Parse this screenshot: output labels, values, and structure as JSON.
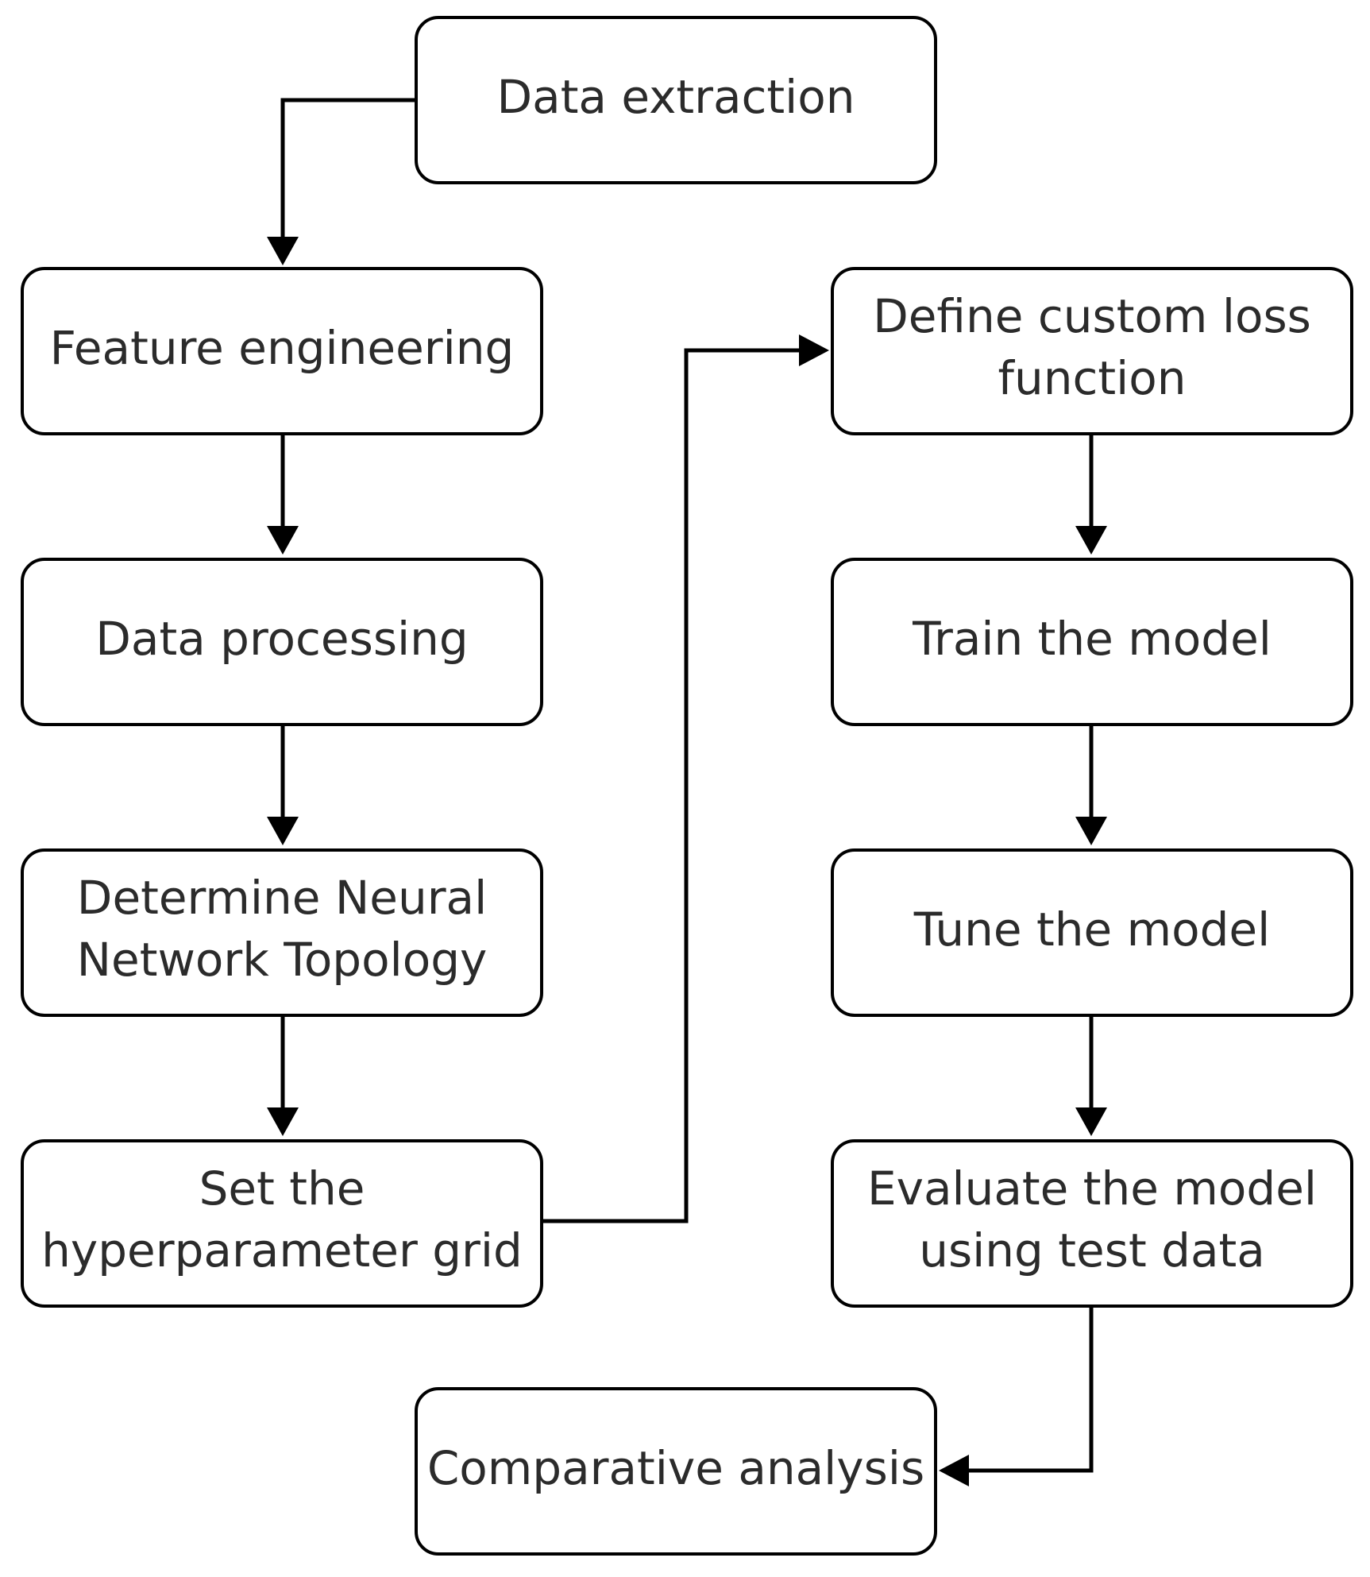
{
  "diagram": {
    "type": "flowchart",
    "nodes": {
      "data_extraction": {
        "lines": [
          "Data extraction"
        ]
      },
      "feature_engineering": {
        "lines": [
          "Feature engineering"
        ]
      },
      "data_processing": {
        "lines": [
          "Data processing"
        ]
      },
      "determine_topology": {
        "lines": [
          "Determine Neural",
          "Network Topology"
        ]
      },
      "hyperparameter_grid": {
        "lines": [
          "Set the",
          "hyperparameter grid"
        ]
      },
      "custom_loss": {
        "lines": [
          "Define custom loss",
          "function"
        ]
      },
      "train_model": {
        "lines": [
          "Train the model"
        ]
      },
      "tune_model": {
        "lines": [
          "Tune the model"
        ]
      },
      "evaluate_model": {
        "lines": [
          "Evaluate the model",
          "using test data"
        ]
      },
      "comparative_analysis": {
        "lines": [
          "Comparative analysis"
        ]
      }
    },
    "edges": [
      {
        "from": "data_extraction",
        "to": "feature_engineering"
      },
      {
        "from": "feature_engineering",
        "to": "data_processing"
      },
      {
        "from": "data_processing",
        "to": "determine_topology"
      },
      {
        "from": "determine_topology",
        "to": "hyperparameter_grid"
      },
      {
        "from": "hyperparameter_grid",
        "to": "custom_loss"
      },
      {
        "from": "custom_loss",
        "to": "train_model"
      },
      {
        "from": "train_model",
        "to": "tune_model"
      },
      {
        "from": "tune_model",
        "to": "evaluate_model"
      },
      {
        "from": "evaluate_model",
        "to": "comparative_analysis"
      }
    ],
    "colors": {
      "box_fill": "#ffffff",
      "box_stroke": "#000000",
      "text": "#2b2b2b",
      "connector": "#000000"
    }
  }
}
